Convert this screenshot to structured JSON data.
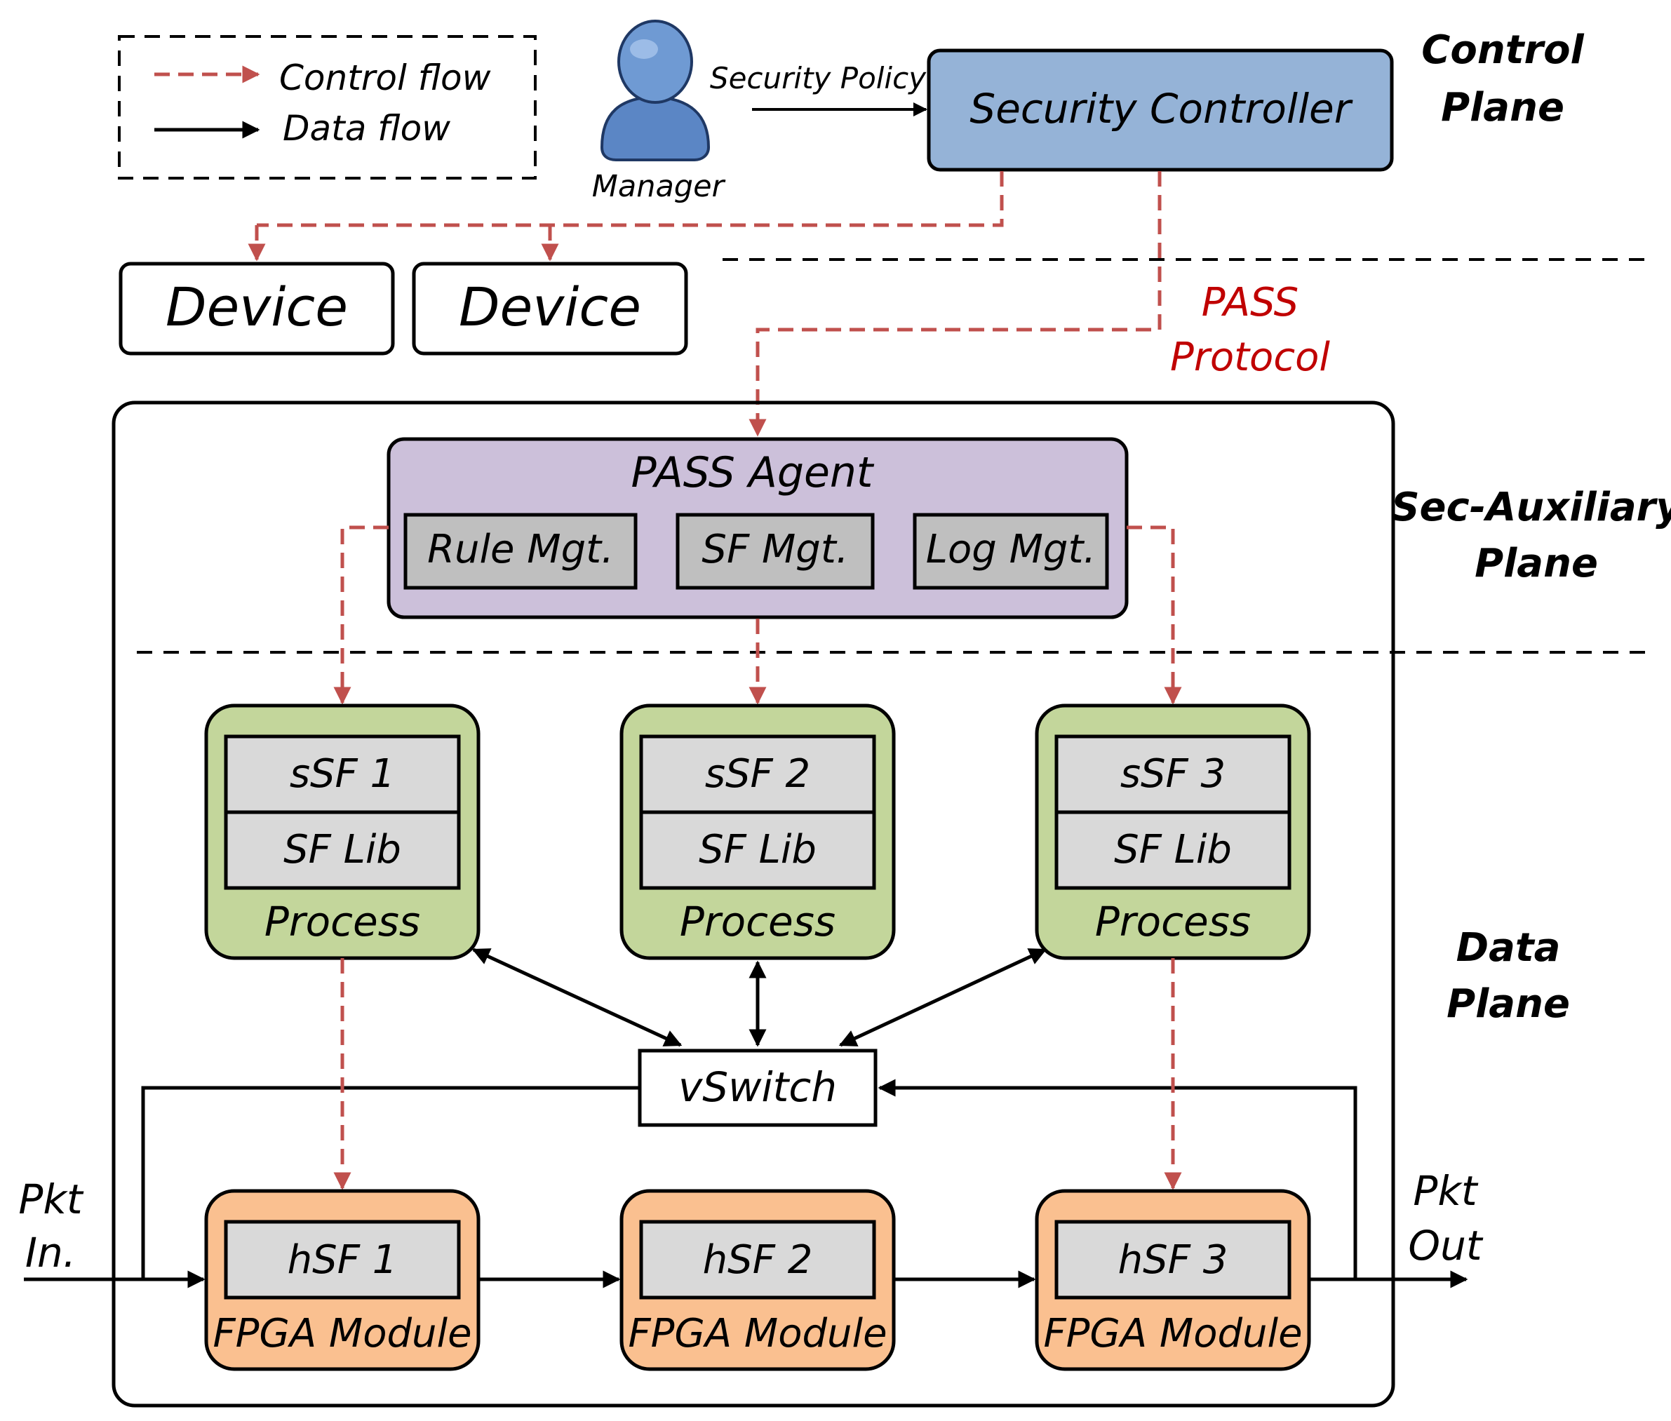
{
  "legend": {
    "control_flow": "Control flow",
    "data_flow": "Data flow"
  },
  "manager": {
    "label": "Manager",
    "policy_label": "Security Policy"
  },
  "controller": {
    "label": "Security Controller"
  },
  "devices": [
    "Device",
    "Device"
  ],
  "protocol": {
    "line1": "PASS",
    "line2": "Protocol"
  },
  "planes": {
    "control": [
      "Control",
      "Plane"
    ],
    "aux": [
      "Sec-Auxiliary",
      "Plane"
    ],
    "data": [
      "Data",
      "Plane"
    ]
  },
  "agent": {
    "title": "PASS Agent",
    "modules": [
      "Rule Mgt.",
      "SF Mgt.",
      "Log Mgt."
    ]
  },
  "processes": [
    {
      "ssf": "sSF 1",
      "lib": "SF Lib",
      "label": "Process"
    },
    {
      "ssf": "sSF 2",
      "lib": "SF Lib",
      "label": "Process"
    },
    {
      "ssf": "sSF 3",
      "lib": "SF Lib",
      "label": "Process"
    }
  ],
  "vswitch": {
    "label": "vSwitch"
  },
  "fpga": [
    {
      "hsf": "hSF 1",
      "label": "FPGA Module"
    },
    {
      "hsf": "hSF 2",
      "label": "FPGA Module"
    },
    {
      "hsf": "hSF 3",
      "label": "FPGA Module"
    }
  ],
  "pkt_in": [
    "Pkt",
    "In."
  ],
  "pkt_out": [
    "Pkt",
    "Out"
  ],
  "colors": {
    "control_red": "#c0504d",
    "protocol_text": "#c00000",
    "controller_fill": "#95b3d7",
    "agent_fill": "#ccc0da",
    "process_fill": "#c3d69b",
    "fpga_fill": "#fac090",
    "module_fill": "#bfbfbf",
    "inner_fill": "#d9d9d9"
  }
}
